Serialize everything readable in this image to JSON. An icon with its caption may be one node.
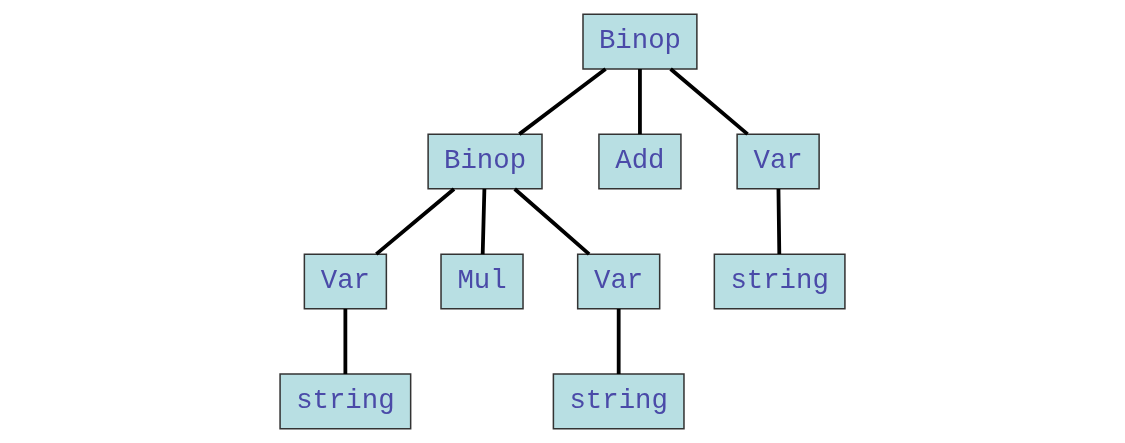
{
  "diagram": {
    "nodes": [
      {
        "text": [
          "Binop"
        ]
      },
      {
        "text": [
          "Binop"
        ]
      },
      {
        "text": [
          "Add"
        ]
      },
      {
        "text": [
          "Var"
        ]
      },
      {
        "text": [
          "Var"
        ]
      },
      {
        "text": [
          "Mul"
        ]
      },
      {
        "text": [
          "Var"
        ]
      },
      {
        "text": [
          "string"
        ]
      },
      {
        "text": [
          "string"
        ]
      },
      {
        "text": [
          "string"
        ]
      }
    ],
    "edges": [
      {
        "from": 0,
        "to": 1,
        "arrow": "none"
      },
      {
        "from": 0,
        "to": 2,
        "arrow": "none"
      },
      {
        "from": 0,
        "to": 3,
        "arrow": "none"
      },
      {
        "from": 1,
        "to": 4,
        "arrow": "none"
      },
      {
        "from": 1,
        "to": 5,
        "arrow": "none"
      },
      {
        "from": 1,
        "to": 6,
        "arrow": "none"
      },
      {
        "from": 3,
        "to": 7,
        "arrow": "none"
      },
      {
        "from": 4,
        "to": 8,
        "arrow": "none"
      },
      {
        "from": 6,
        "to": 9,
        "arrow": "none"
      }
    ]
  }
}
